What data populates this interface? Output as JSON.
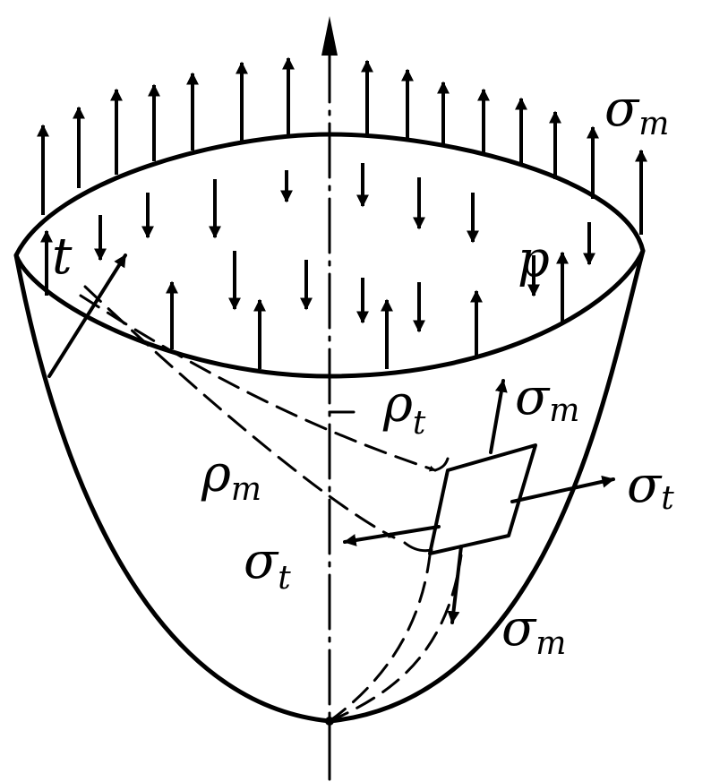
{
  "labels": {
    "sigma_m_top": "σ",
    "sigma_m_top_sub": "m",
    "pressure": "p",
    "thickness": "t",
    "rho_t": "ρ",
    "rho_t_sub": "t",
    "rho_m": "ρ",
    "rho_m_sub": "m",
    "sigma_m_element": "σ",
    "sigma_m_element_sub": "m",
    "sigma_t_right": "σ",
    "sigma_t_right_sub": "t",
    "sigma_t_left": "σ",
    "sigma_t_left_sub": "t",
    "sigma_m_bottom": "σ",
    "sigma_m_bottom_sub": "m"
  },
  "colors": {
    "ink": "#000000",
    "background": "#ffffff"
  }
}
